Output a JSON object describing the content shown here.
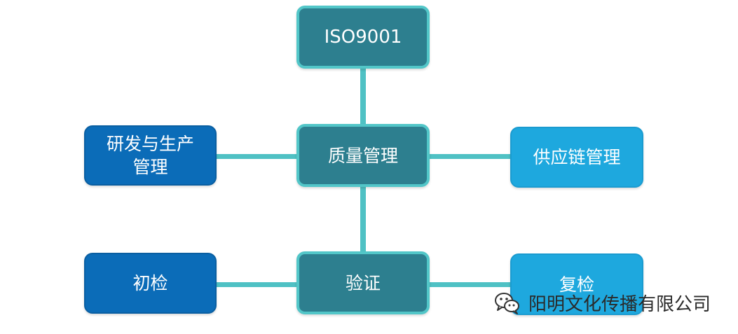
{
  "nodes": {
    "iso": "ISO9001",
    "quality": "质量管理",
    "rnd_line1": "研发与生产",
    "rnd_line2": "管理",
    "supply": "供应链管理",
    "verify": "验证",
    "initial": "初检",
    "recheck": "复检"
  },
  "watermark": {
    "text": "阳明文化传播有限公司",
    "icon": "wechat-icon"
  },
  "colors": {
    "connector": "#4fc1c4",
    "teal_fill": "#2d7f8f",
    "teal_border": "#52c6c8",
    "dark_blue": "#0b6cb8",
    "light_blue": "#1ea8de"
  }
}
